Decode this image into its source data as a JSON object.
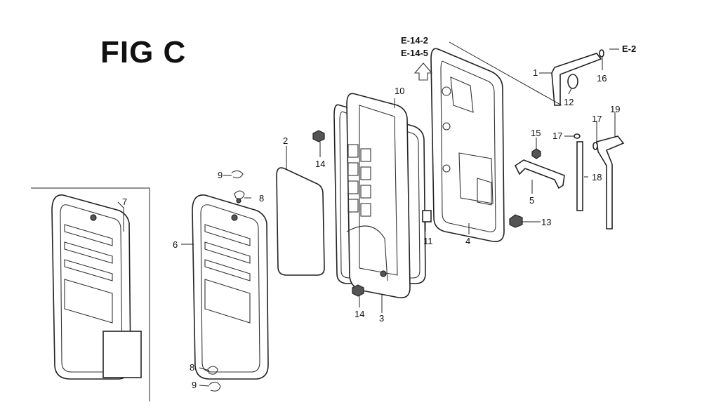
{
  "figure": {
    "title": "FIG C"
  },
  "refs": {
    "e14_2": "E-14-2",
    "e14_5": "E-14-5",
    "e2": "E-2"
  },
  "labels": {
    "p1": "1",
    "p2": "2",
    "p3": "3",
    "p4": "4",
    "p5": "5",
    "p6": "6",
    "p7": "7",
    "p8a": "8",
    "p8b": "8",
    "p9a": "9",
    "p9b": "9",
    "p10": "10",
    "p11": "11",
    "p12": "12",
    "p13": "13",
    "p14a": "14",
    "p14b": "14",
    "p15": "15",
    "p16": "16",
    "p17a": "17",
    "p17b": "17",
    "p18": "18",
    "p19": "19"
  }
}
